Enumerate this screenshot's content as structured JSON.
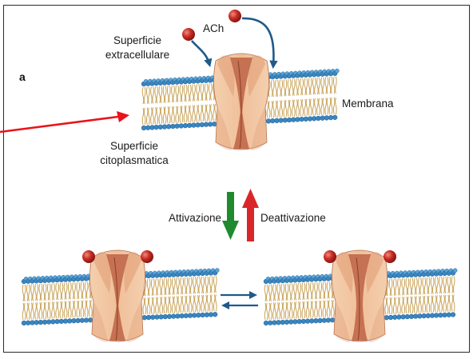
{
  "panel_label": "a",
  "labels": {
    "ligand": "ACh",
    "extracellular_line1": "Superficie",
    "extracellular_line2": "extracellulare",
    "cytoplasmic_line1": "Superficie",
    "cytoplasmic_line2": "citoplasmatica",
    "membrane": "Membrana",
    "activation": "Attivazione",
    "deactivation": "Deattivazione"
  },
  "colors": {
    "lipid_head": "#3a86c0",
    "lipid_tail": "#c9a45a",
    "channel_light": "#f2c6a2",
    "channel_mid": "#e09a72",
    "channel_dark": "#c0684a",
    "ligand": "#c62a23",
    "activation_arrow": "#1f8a2e",
    "deactivation_arrow": "#d9262a",
    "equilibrium_arrows": "#1f5a8a",
    "pointer_arrow": "#e8141a",
    "ligand_arrows": "#1f5a8a"
  }
}
